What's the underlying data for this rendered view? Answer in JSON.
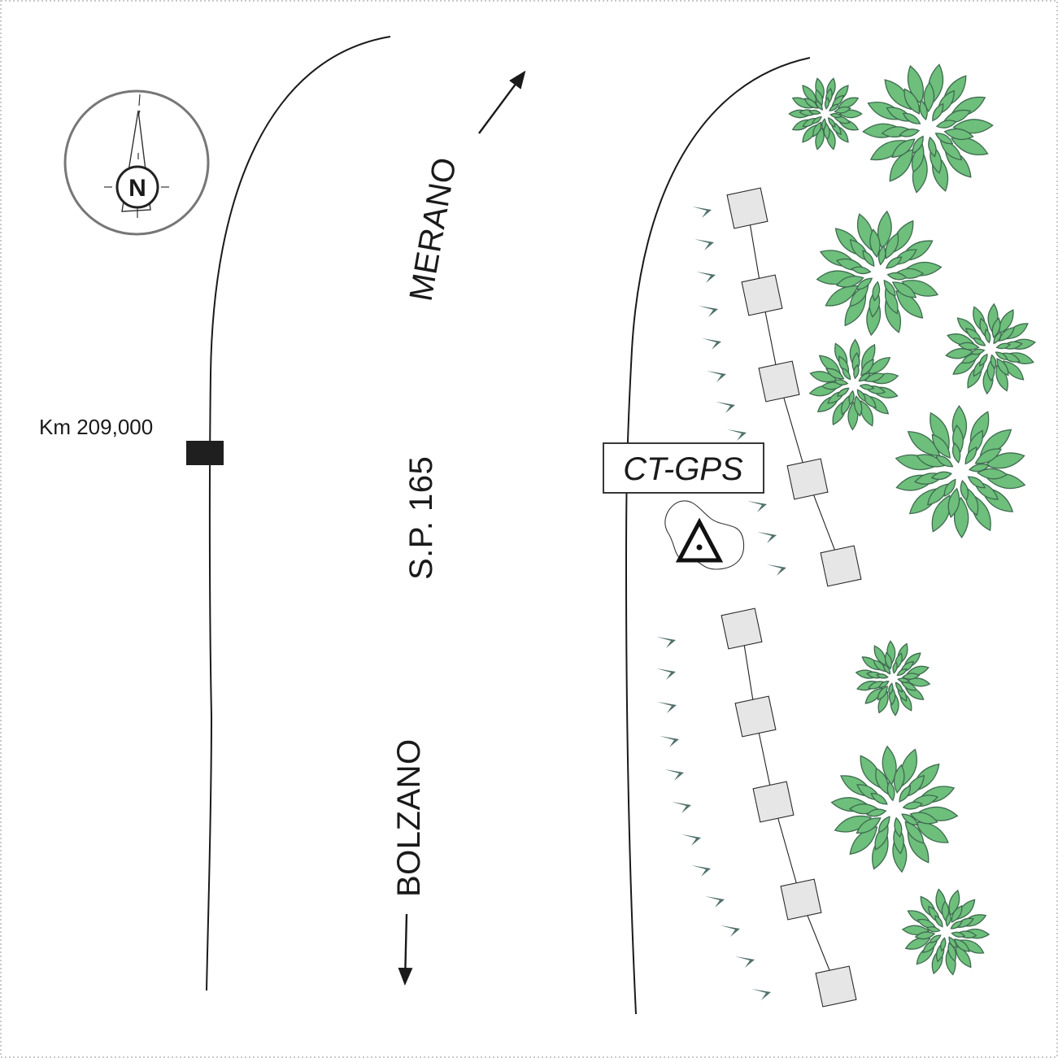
{
  "map": {
    "km_marker_label": "Km 209,000",
    "road_name": "S.P. 165",
    "direction_north": "MERANO",
    "direction_south": "BOLZANO",
    "station_label": "CT-GPS",
    "north_letter": "N"
  },
  "colors": {
    "tree_fill": "#6dbf7b",
    "tree_stroke": "#3f6b50",
    "post_fill": "#e6e6e6",
    "escarpment_tick": "#50706c",
    "road_line": "#1a1a1a",
    "compass_ring": "#777777"
  },
  "icons": {
    "compass": "north-arrow-icon",
    "survey_point": "triangle-benchmark-icon",
    "tree": "tree-icon",
    "guard_post": "square-post-icon"
  }
}
